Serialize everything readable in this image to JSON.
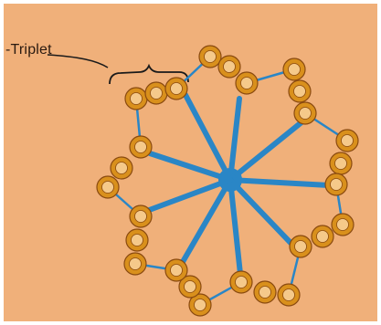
{
  "diagram": {
    "label": "-Triplet",
    "colors": {
      "background": "#f0b07a",
      "frame": "#ffffff",
      "spoke": "#2a86c6",
      "tubule_fill": "#d9901c",
      "tubule_ring": "#f5c98a",
      "tubule_outline": "#8a4a10",
      "label_line": "#1a1a1a"
    },
    "triplet_count": 9,
    "tubules_per_triplet": 3
  }
}
